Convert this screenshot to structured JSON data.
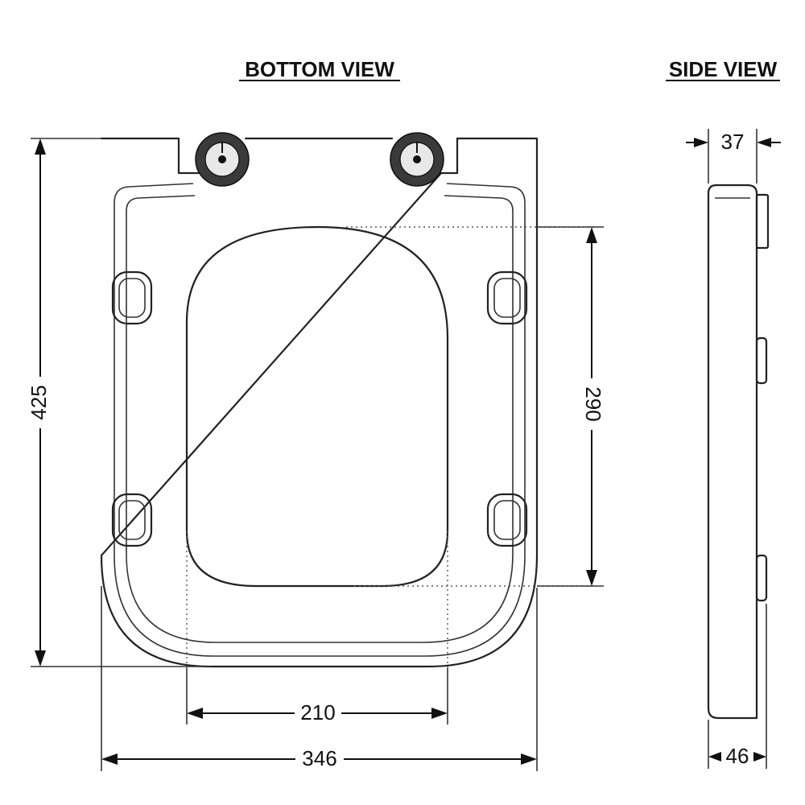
{
  "views": {
    "bottom": {
      "title": "BOTTOM VIEW"
    },
    "side": {
      "title": "SIDE VIEW"
    }
  },
  "dimensions": {
    "overall_length": "425",
    "opening_length": "290",
    "opening_width": "210",
    "overall_width": "346",
    "side_top_thickness": "37",
    "side_bottom_thickness": "46"
  }
}
